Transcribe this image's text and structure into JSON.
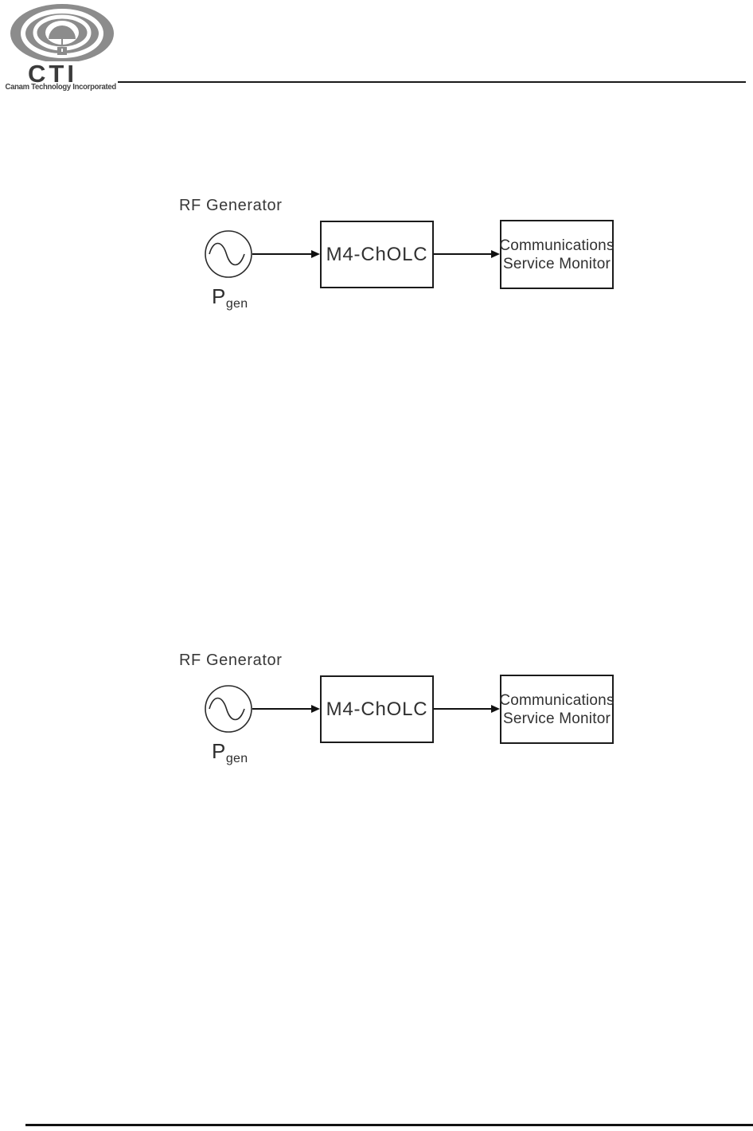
{
  "header": {
    "logo": {
      "icon": "antenna-waves-icon",
      "acronym": "CTI",
      "tagline": "Canam Technology Incorporated",
      "wave_color": "#8c8c8c",
      "text_color": "#3b3b3b"
    },
    "rule_color": "#1a1a1a"
  },
  "diagrams": [
    {
      "label": "RF Generator",
      "source": {
        "icon": "sine-wave-source-icon",
        "power_base": "P",
        "power_subscript": "gen"
      },
      "blocks": [
        {
          "title": "M4-ChOLC"
        },
        {
          "title_line1": "Communications",
          "title_line2": "Service Monitor"
        }
      ]
    },
    {
      "label": "RF Generator",
      "source": {
        "icon": "sine-wave-source-icon",
        "power_base": "P",
        "power_subscript": "gen"
      },
      "blocks": [
        {
          "title": "M4-ChOLC"
        },
        {
          "title_line1": "Communications",
          "title_line2": "Service Monitor"
        }
      ]
    }
  ],
  "footer": {
    "rule_color": "#111111"
  },
  "line_color": "#111111"
}
